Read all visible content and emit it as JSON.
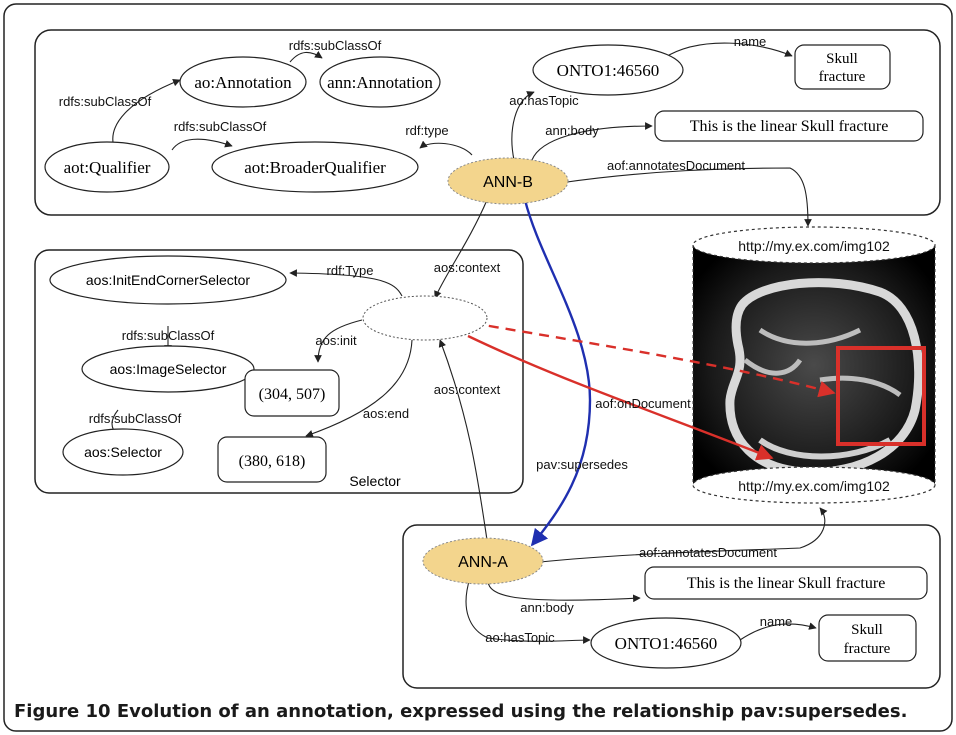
{
  "caption": "Figure 10 Evolution of an annotation, expressed using the relationship pav:supersedes.",
  "nodes": {
    "ao_annotation": "ao:Annotation",
    "ann_annotation": "ann:Annotation",
    "aot_qualifier": "aot:Qualifier",
    "aot_broader_qualifier": "aot:BroaderQualifier",
    "onto_b": "ONTO1:46560",
    "skull_b_line1": "Skull",
    "skull_b_line2": "fracture",
    "body_b": "This is the linear Skull fracture",
    "ann_b": "ANN-B",
    "aos_init_end": "aos:InitEndCornerSelector",
    "aos_image_selector": "aos:ImageSelector",
    "aos_selector": "aos:Selector",
    "coord_init": "(304, 507)",
    "coord_end": "(380, 618)",
    "selector_label": "Selector",
    "img_top": "http://my.ex.com/img102",
    "img_bottom": "http://my.ex.com/img102",
    "ann_a": "ANN-A",
    "body_a": "This is the linear Skull fracture",
    "onto_a": "ONTO1:46560",
    "skull_a_line1": "Skull",
    "skull_a_line2": "fracture"
  },
  "edges": {
    "subclass_ao_ann": "rdfs:subClassOf",
    "subclass_qualifier": "rdfs:subClassOf",
    "subclass_broader": "rdfs:subClassOf",
    "rdf_type_b": "rdf:type",
    "has_topic_b": "ao:hasTopic",
    "name_b": "name",
    "body_b": "ann:body",
    "annotates_doc_b": "aof:annotatesDocument",
    "aos_context_b": "aos:context",
    "rdf_type_sel": "rdf:Type",
    "subclass_init_end": "rdfs:subClassOf",
    "subclass_image": "rdfs:subClassOf",
    "aos_init": "aos:init",
    "aos_end": "aos:end",
    "aos_context_a": "aos:context",
    "on_document": "aof:onDocument",
    "supersedes": "pav:supersedes",
    "annotates_doc_a": "aof:annotatesDocument",
    "body_a": "ann:body",
    "has_topic_a": "ao:hasTopic",
    "name_a": "name"
  },
  "colors": {
    "annotation_fill": "#f3d58d",
    "supersedes_edge": "#1f2fb0",
    "selection_red": "#d9302a"
  }
}
